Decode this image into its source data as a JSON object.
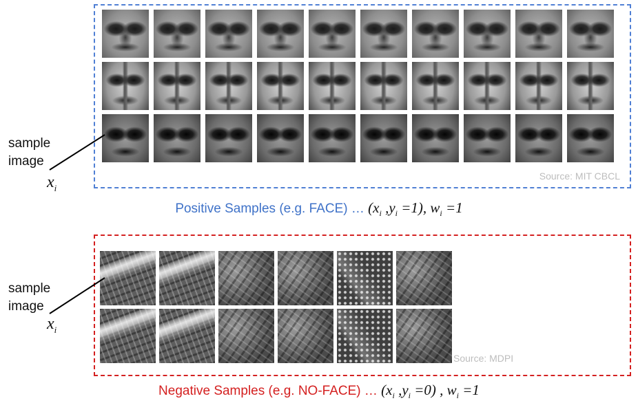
{
  "positive": {
    "source": "Source: MIT CBCL",
    "side_label_line1": "sample",
    "side_label_line2": "image",
    "side_var": "x",
    "side_var_sub": "i",
    "caption_text": "Positive Samples (e.g. FACE) … ",
    "formula": {
      "open": "(x",
      "sub1": "i",
      "mid": " ,y",
      "sub2": "i",
      "value": " =1), w",
      "sub3": "i",
      "tail": " =1"
    },
    "grid": {
      "rows": 3,
      "cols": 10
    }
  },
  "negative": {
    "source": "Source: MDPI",
    "side_label_line1": "sample",
    "side_label_line2": "image",
    "side_var": "x",
    "side_var_sub": "i",
    "caption_text": "Negative Samples (e.g. NO-FACE) … ",
    "formula": {
      "open": "(x",
      "sub1": "i",
      "mid": " ,y",
      "sub2": "i",
      "value": " =0) , w",
      "sub3": "i",
      "tail": " =1"
    },
    "grid": {
      "rows": 2,
      "cols": 6
    }
  },
  "colors": {
    "positive_border": "#4f7fd4",
    "negative_border": "#d42020",
    "positive_caption": "#3f72c8",
    "negative_caption": "#d42020",
    "source_text": "#bdbdbd"
  }
}
